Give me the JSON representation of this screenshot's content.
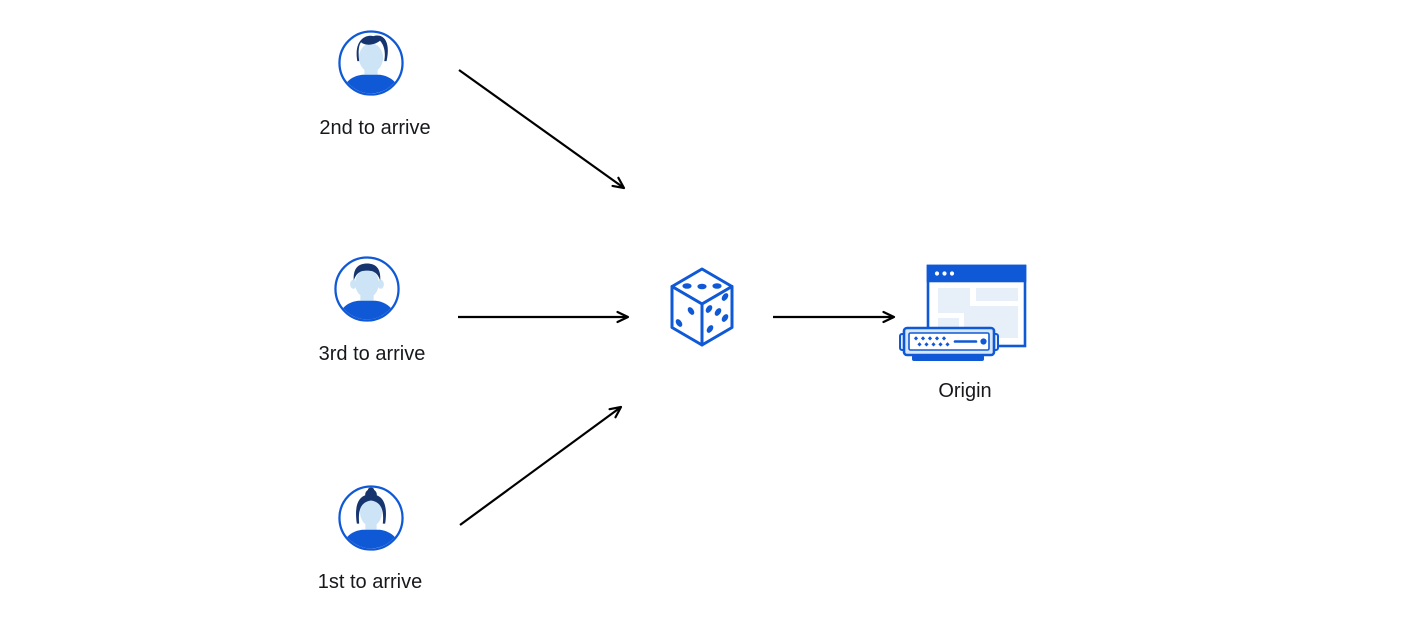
{
  "diagram": {
    "nodes": {
      "users": [
        {
          "label": "2nd to arrive",
          "icon": "user-avatar-man-swoop-icon"
        },
        {
          "label": "3rd to arrive",
          "icon": "user-avatar-man-flattop-icon"
        },
        {
          "label": "1st to arrive",
          "icon": "user-avatar-woman-bun-icon"
        }
      ],
      "selector": {
        "icon": "dice-icon",
        "dice_pips": {
          "top_face": 3,
          "left_face": 2,
          "right_face": 5
        }
      },
      "origin": {
        "label": "Origin",
        "icon": "origin-server-browser-icon"
      }
    },
    "edges": [
      {
        "from": "2nd to arrive",
        "to": "dice"
      },
      {
        "from": "3rd to arrive",
        "to": "dice"
      },
      {
        "from": "1st to arrive",
        "to": "dice"
      },
      {
        "from": "dice",
        "to": "Origin"
      }
    ]
  },
  "colors": {
    "blue": "#1059d6",
    "navy_hair": "#16356f",
    "face_light": "#cde4f7",
    "panel_light": "#e7eff8",
    "server_light": "#d9e8f9",
    "arrow_black": "#000000",
    "text": "#17181c",
    "background": "#ffffff"
  }
}
